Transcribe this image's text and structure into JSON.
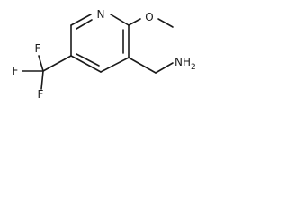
{
  "molecule": {
    "atoms": {
      "ring_n": "N",
      "methoxy_o": "O",
      "fluorine_top": "F",
      "fluorine_left": "F",
      "fluorine_bottom": "F",
      "amine": "NH2"
    }
  }
}
